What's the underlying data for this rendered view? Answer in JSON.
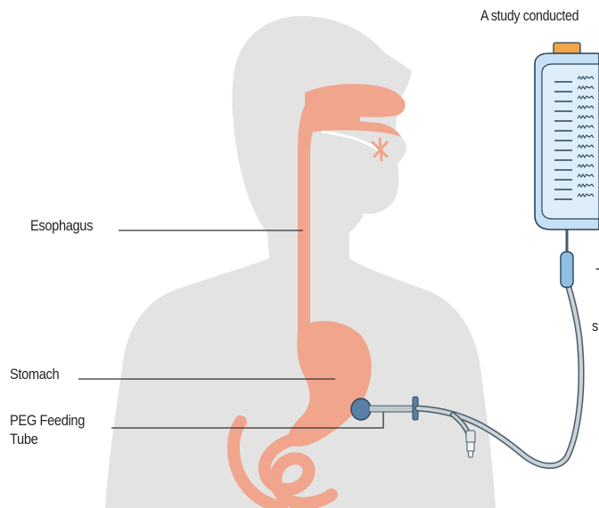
{
  "labels": {
    "top_text": "A study conducted",
    "esophagus": "Esophagus",
    "stomach": "Stomach",
    "peg_line1": "PEG Feeding",
    "peg_line2": "Tube",
    "fragment_1": "-",
    "fragment_2": "s"
  },
  "icons": {
    "silhouette": "human-torso-silhouette",
    "bag": "feeding-bag-icon",
    "connector": "tube-connector-icon"
  },
  "colors": {
    "silhouette": "#e3e3e3",
    "organ": "#f0a58c",
    "organ_dark": "#e6917a",
    "bag_fill": "#c5e0f5",
    "bag_outline": "#2b4356",
    "bag_cap": "#f2a54a",
    "tube": "#bcc8cc",
    "tube_dark": "#8a9aa3",
    "peg_disc": "#5a7fa8",
    "line": "#333333",
    "text": "#222222"
  }
}
